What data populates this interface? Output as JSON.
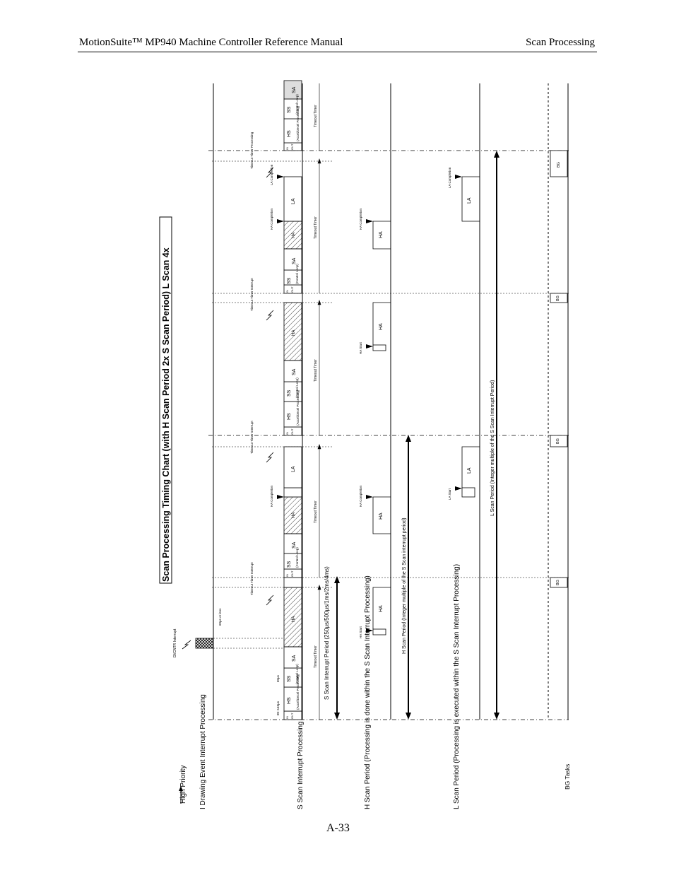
{
  "header": {
    "title": "MotionSuite™ MP940 Machine Controller Reference Manual",
    "section": "Scan Processing"
  },
  "page_number": "A-33",
  "chart": {
    "title": "Scan Processing Timing Chart (with H Scan Period 2x S Scan Period) L Scan 4x",
    "priority_label": "High Priority",
    "rows": [
      "I Drawing Event Interrupt Processing",
      "S Scan Interrupt Processing",
      "H Scan Period (Processing is done within the S Scan Interrupt Processing)",
      "L Scan Period (Processing is executed within the S Scan Interrupt Processing)",
      "BG Tasks"
    ],
    "s_period": "S Scan Interrupt Period (250μs/500μs/1ms/2ms/4ms)",
    "h_period": "H Scan Period (Integer multiple of the S Scan interrupt period)",
    "l_period": "L Scan Period (Integer multiple of the S Scan Interrupt Period)",
    "block_labels": {
      "hs": "HS",
      "hs_sub": "(Accel/Decel Processing)",
      "ss": "SS",
      "ss_sub": "(Control Loop)",
      "sa": "SA",
      "ha": "HA",
      "la": "LA",
      "bg": "BG",
      "in": "IN",
      "out": "OUT"
    },
    "annotations": {
      "timeout_timer": "Timeout Timer",
      "timeout_interrupt": "Timeout Timer Interrupt",
      "timeout_processing": "Timeout Timer Processing",
      "ha_start": "HA Start",
      "ha_completion": "HA Completion",
      "la_start": "LA Start",
      "la_completion": "LA Completion",
      "di_interrupt": "DI/CNTR Interrupt",
      "t1": "80~140μs",
      "t2": "60μs",
      "t3": "60μs or less"
    }
  }
}
